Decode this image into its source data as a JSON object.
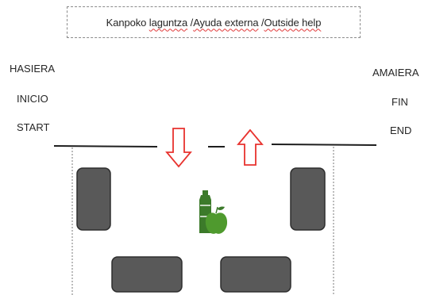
{
  "help_box": {
    "segments": [
      {
        "text": "Kanpoko ",
        "spell": false
      },
      {
        "text": "laguntza",
        "spell": true
      },
      {
        "text": " /",
        "spell": false
      },
      {
        "text": "Ayuda externa",
        "spell": true
      },
      {
        "text": " /",
        "spell": false
      },
      {
        "text": "Outside help",
        "spell": true
      }
    ]
  },
  "start": {
    "labels": [
      "HASIERA",
      "INICIO",
      "START"
    ]
  },
  "end": {
    "labels": [
      "AMAIERA",
      "FIN",
      "END"
    ]
  },
  "colors": {
    "arrow": "#e8322e",
    "seat": "#595959",
    "seat_border": "#2e2e2e",
    "bottle": "#3c7a2a",
    "apple": "#4f9a2e",
    "line": "#1e1e1e"
  },
  "icons": {
    "down_arrow": "down-arrow-icon",
    "up_arrow": "up-arrow-icon",
    "food": "bottle-and-apple-icon"
  }
}
